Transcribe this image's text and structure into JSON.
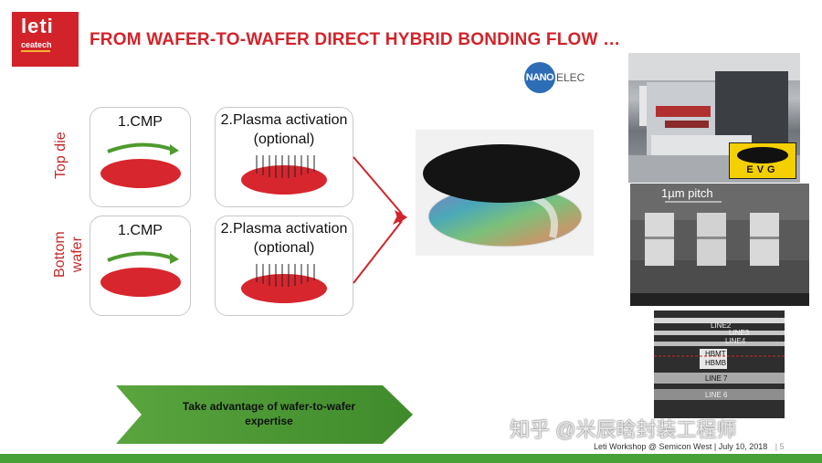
{
  "header": {
    "logo_main": "leti",
    "logo_sub": "ceatech",
    "title": "FROM WAFER-TO-WAFER DIRECT HYBRID BONDING FLOW …",
    "partner_logo_circle": "NANO",
    "partner_logo_text": "ELEC"
  },
  "rows": {
    "top_label": "Top die",
    "bottom_label_line1": "Bottom",
    "bottom_label_line2": "wafer"
  },
  "steps": {
    "top_cmp": "1.CMP",
    "top_plasma_line1": "2.Plasma activation",
    "top_plasma_line2": "(optional)",
    "bottom_cmp": "1.CMP",
    "bottom_plasma_line1": "2.Plasma activation",
    "bottom_plasma_line2": "(optional)"
  },
  "photos": {
    "evg_logo": "EVG",
    "sem_pitch": "1µm pitch",
    "cross_section_layers": [
      "LINE2",
      "LINE3",
      "LINE4",
      "HBMT",
      "HBMB",
      "LINE 7",
      "LINE 6"
    ]
  },
  "banner": {
    "line1": "Take advantage of wafer-to-wafer",
    "line2": "expertise"
  },
  "footer": {
    "text": "Leti Workshop @ Semicon West | July 10, 2018",
    "page": "| 5"
  },
  "watermark": "知乎 @米辰晗封装工程师",
  "colors": {
    "brand_red": "#d2232a",
    "green": "#47a136",
    "wafer_red": "#d7262e",
    "arrow_green": "#4e9a2f"
  }
}
